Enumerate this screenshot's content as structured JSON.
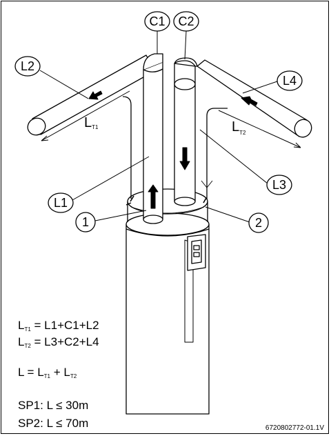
{
  "callouts": {
    "c1": "C1",
    "c2": "C2",
    "l1": "L1",
    "l2": "L2",
    "l3": "L3",
    "l4": "L4",
    "item1": "1",
    "item2": "2"
  },
  "dimensions": {
    "lt1_main": "L",
    "lt1_sub": "T1",
    "lt2_main": "L",
    "lt2_sub": "T2"
  },
  "formulas": {
    "lt1_lhs": "L",
    "lt1_sub": "T1",
    "lt1_rhs": " = L1+C1+L2",
    "lt2_lhs": "L",
    "lt2_sub": "T2",
    "lt2_rhs": " = L3+C2+L4",
    "total_lhs": "L = L",
    "total_sub1": "T1",
    "total_mid": " + L",
    "total_sub2": "T2",
    "sp1": "SP1: L ≤ 30m",
    "sp2": "SP2: L ≤ 70m"
  },
  "drawing_code": "6720802772-01.1V",
  "colors": {
    "line": "#000000",
    "fill": "#ffffff"
  }
}
